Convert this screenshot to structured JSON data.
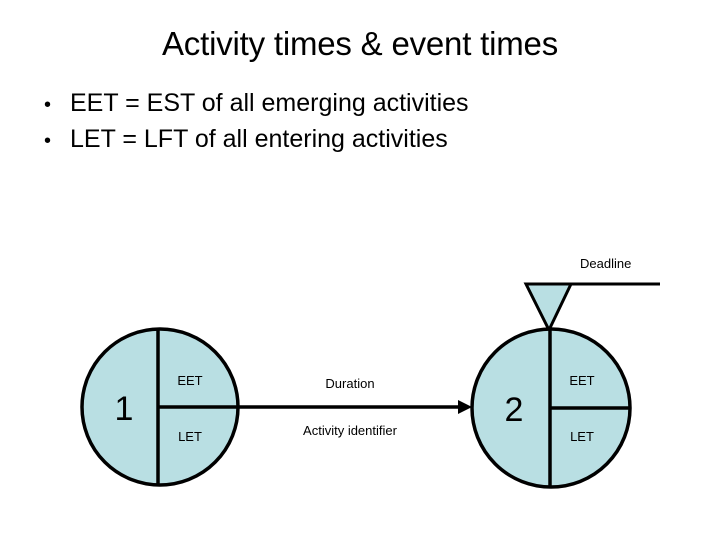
{
  "slide": {
    "title": "Activity times & event times",
    "bullet_marker": "•",
    "bullets": [
      {
        "text": "EET = EST of all emerging activities"
      },
      {
        "text": "LET = LFT of all entering activities"
      }
    ]
  },
  "diagram": {
    "fill_color": "#b9dfe3",
    "stroke_color": "#000000",
    "deadline": {
      "label": "Deadline"
    },
    "nodes": [
      {
        "id": "node-1",
        "number": "1",
        "eet_label": "EET",
        "let_label": "LET"
      },
      {
        "id": "node-2",
        "number": "2",
        "eet_label": "EET",
        "let_label": "LET"
      }
    ],
    "edge": {
      "above_label": "Duration",
      "below_label": "Activity identifier"
    }
  }
}
